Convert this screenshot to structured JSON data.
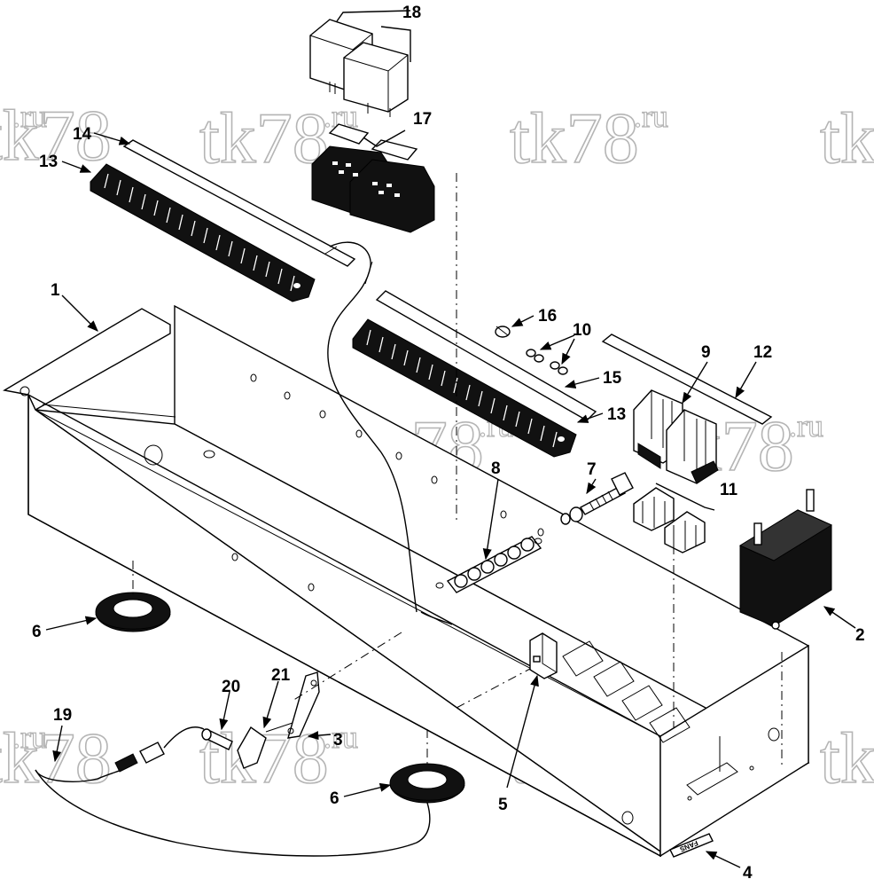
{
  "watermark_text": "tk78",
  "watermark_suffix": ".ru",
  "callouts": {
    "c1": "1",
    "c2": "2",
    "c3": "3",
    "c4": "4",
    "c5": "5",
    "c6a": "6",
    "c6b": "6",
    "c7": "7",
    "c8": "8",
    "c9": "9",
    "c10": "10",
    "c11": "11",
    "c12": "12",
    "c13a": "13",
    "c13b": "13",
    "c14": "14",
    "c15": "15",
    "c16": "16",
    "c17": "17",
    "c18": "18",
    "c19": "19",
    "c20": "20",
    "c21": "21"
  },
  "panel_label": "FANS"
}
